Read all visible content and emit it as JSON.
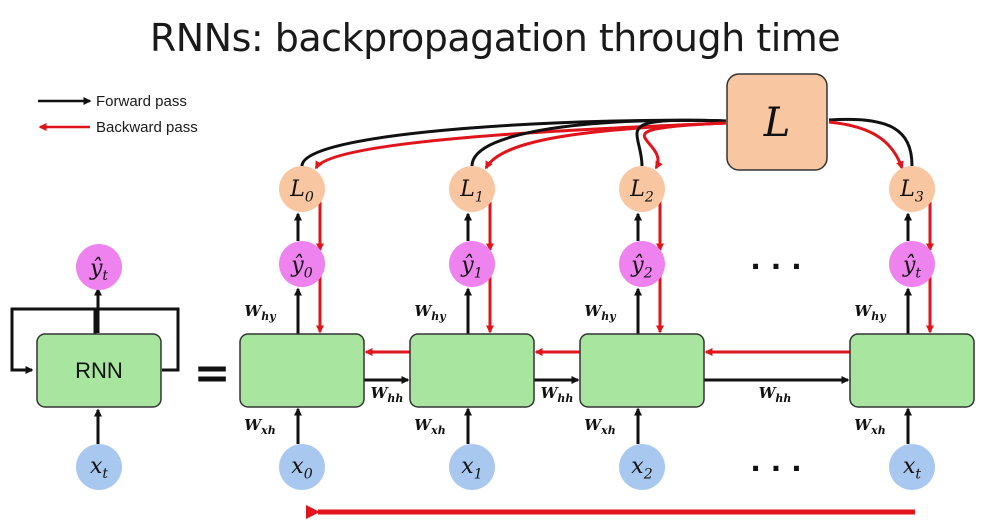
{
  "title": "RNNs: backpropagation through time",
  "legend": {
    "forward": "Forward pass",
    "backward": "Backward pass"
  },
  "colors": {
    "forward": "#111111",
    "backward": "#e0141b",
    "rnn_box": "#a8e6a0",
    "loss_node": "#f9c6a2",
    "output_node": "#ee82ee",
    "input_node": "#a9c8f0"
  },
  "folded": {
    "cell_label": "RNN",
    "input": {
      "base": "x",
      "sub": "t"
    },
    "output": {
      "base": "ŷ",
      "sub": "t"
    }
  },
  "equals": "=",
  "dots": "· · ·",
  "total_loss": "L",
  "weights": {
    "hy": "hy",
    "hh": "hh",
    "xh": "xh",
    "base": "W"
  },
  "steps": [
    {
      "loss": {
        "base": "L",
        "sub": "0"
      },
      "out": {
        "base": "ŷ",
        "sub": "0"
      },
      "in": {
        "base": "x",
        "sub": "0"
      }
    },
    {
      "loss": {
        "base": "L",
        "sub": "1"
      },
      "out": {
        "base": "ŷ",
        "sub": "1"
      },
      "in": {
        "base": "x",
        "sub": "1"
      }
    },
    {
      "loss": {
        "base": "L",
        "sub": "2"
      },
      "out": {
        "base": "ŷ",
        "sub": "2"
      },
      "in": {
        "base": "x",
        "sub": "2"
      }
    },
    {
      "loss": {
        "base": "L",
        "sub": "3"
      },
      "out": {
        "base": "ŷ",
        "sub": "t"
      },
      "in": {
        "base": "x",
        "sub": "t"
      }
    }
  ]
}
